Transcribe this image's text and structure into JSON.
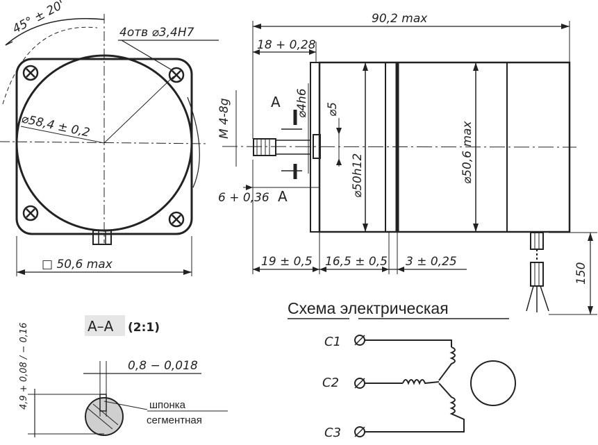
{
  "front_view": {
    "angle_label": "45° ± 20'",
    "holes_label": "4отв ⌀3,4Н7",
    "circle_label": "⌀58,4 ± 0,2",
    "width_label": "□ 50,6 max"
  },
  "side_view": {
    "length_label": "90,2 max",
    "flange_offset_label": "18 + 0,28",
    "thread_label": "М 4-8g",
    "shaft_label": "⌀4h6",
    "collar_label": "⌀5",
    "pilot_label": "⌀50h12",
    "body_label": "⌀50,6 max",
    "shaft_len_label": "6 + 0,36",
    "section_letter_top": "А",
    "section_letter_bottom": "А",
    "seg1_label": "19 ± 0,5",
    "seg2_label": "16,5 ± 0,5",
    "seg3_label": "3 ± 0,25",
    "lead_len_label": "150"
  },
  "section_view": {
    "title": "А–А",
    "scale": "(2:1)",
    "height_label": "4,9 + 0,08 / − 0,16",
    "key_width_label": "0,8 − 0,018",
    "key_note_line1": "шпонка",
    "key_note_line2": "сегментная"
  },
  "schema": {
    "title": "Схема электрическая",
    "terminals": [
      "С1",
      "С2",
      "С3"
    ]
  }
}
